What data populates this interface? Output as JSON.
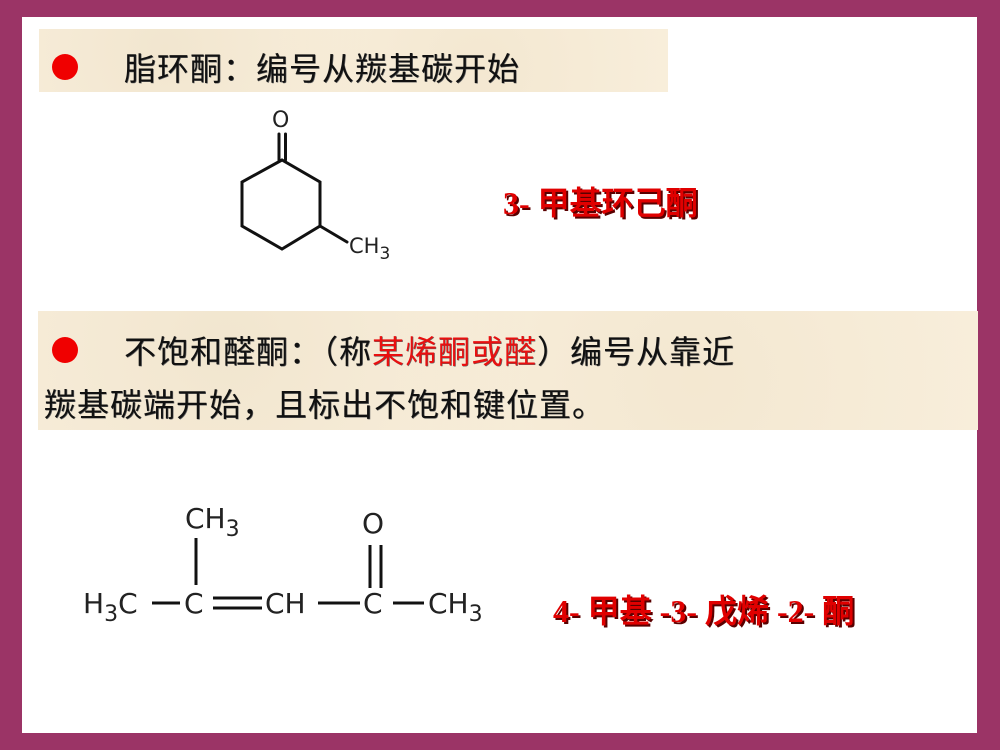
{
  "slide": {
    "colors": {
      "border": "#9b3466",
      "panel": "#ffffff",
      "box": "#f8eedb",
      "bullet": "#f00000",
      "highlight": "#e81010",
      "name_red": "#e00000"
    },
    "section1": {
      "bullet_icon": "red-dot",
      "heading": "脂环酮：编号从羰基碳开始",
      "structure": {
        "oxygen_label": "O",
        "methyl_label": "CH",
        "methyl_sub": "3"
      },
      "compound_name": "3- 甲基环己酮"
    },
    "section2": {
      "bullet_icon": "red-dot",
      "line1_before": "不饱和醛酮：（称",
      "line1_highlight": "某烯酮或醛",
      "line1_after": "）编号从靠近",
      "line2": "羰基碳端开始，且标出不饱和键位置。",
      "structure": {
        "left_methyl_H": "H",
        "left_methyl_sub": "3",
        "left_methyl_C": "C",
        "c4": "C",
        "top_methyl": "CH",
        "top_methyl_sub": "3",
        "c3": "CH",
        "c2": "C",
        "oxygen": "O",
        "right_methyl": "CH",
        "right_methyl_sub": "3"
      },
      "compound_name": "4- 甲基 -3- 戊烯 -2- 酮"
    }
  }
}
